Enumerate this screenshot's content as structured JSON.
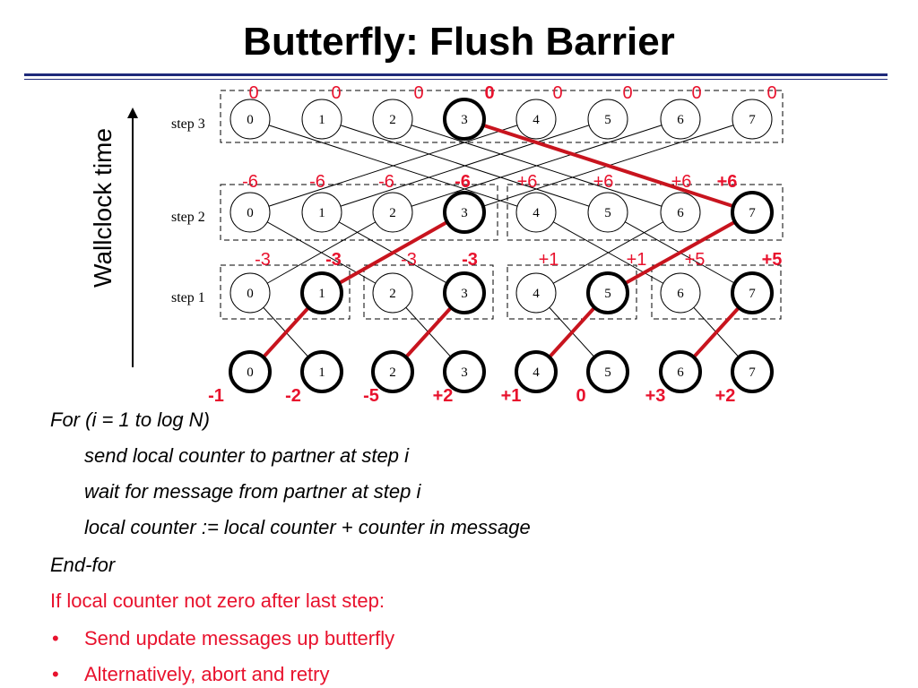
{
  "title": "Butterfly: Flush Barrier",
  "axis_label": "Wallclock time",
  "step_labels": [
    "step 3",
    "step 2",
    "step 1"
  ],
  "node_labels": [
    "0",
    "1",
    "2",
    "3",
    "4",
    "5",
    "6",
    "7"
  ],
  "counters": {
    "step3": [
      "0",
      "0",
      "0",
      "0",
      "0",
      "0",
      "0",
      "0"
    ],
    "step2": [
      "-6",
      "-6",
      "-6",
      "-6",
      "+6",
      "+6",
      "+6",
      "+6"
    ],
    "step1": [
      "-3",
      "-3",
      "-3",
      "-3",
      "+1",
      "+1",
      "+5",
      "+5"
    ],
    "initial": [
      "-1",
      "-2",
      "-5",
      "+2",
      "+1",
      "0",
      "+3",
      "+2"
    ]
  },
  "highlight_color": "#c8141e",
  "counter_color": "#e8122d",
  "code": {
    "line1": "For (i = 1 to log N)",
    "line2": "send local counter to partner at step i",
    "line3": "wait for message from partner at step i",
    "line4": "local counter := local counter + counter in message",
    "line5": "End-for",
    "line6": "If local counter not zero after last step:"
  },
  "bullets": [
    "Send update messages up butterfly",
    "Alternatively, abort and retry"
  ]
}
